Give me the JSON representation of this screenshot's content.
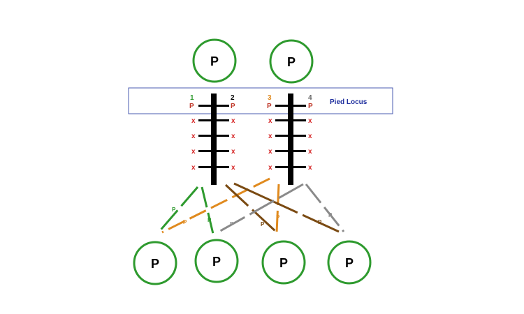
{
  "colors": {
    "circle": "#2e9a2e",
    "chromosome": "#000000",
    "allele_p": "#c0392b",
    "allele_x": "#d62828",
    "box_border": "#4a5bb0",
    "locus_text": "#1f2f9e",
    "line_green": "#2e9a2e",
    "line_orange": "#e08a1e",
    "line_brown": "#7a4a12",
    "line_gray": "#8a8a8a"
  },
  "parents": [
    {
      "label": "P"
    },
    {
      "label": "P"
    }
  ],
  "offspring": [
    {
      "label": "P"
    },
    {
      "label": "P"
    },
    {
      "label": "P"
    },
    {
      "label": "P"
    }
  ],
  "locus_box": {
    "label": "Pied Locus"
  },
  "chromosome_numbers": [
    "1",
    "2",
    "3",
    "4"
  ],
  "chromosome_number_colors": [
    "#2e9a2e",
    "#000000",
    "#e08a1e",
    "#666666"
  ],
  "allele_top": "P",
  "allele_other": "x",
  "cross_label": "P"
}
